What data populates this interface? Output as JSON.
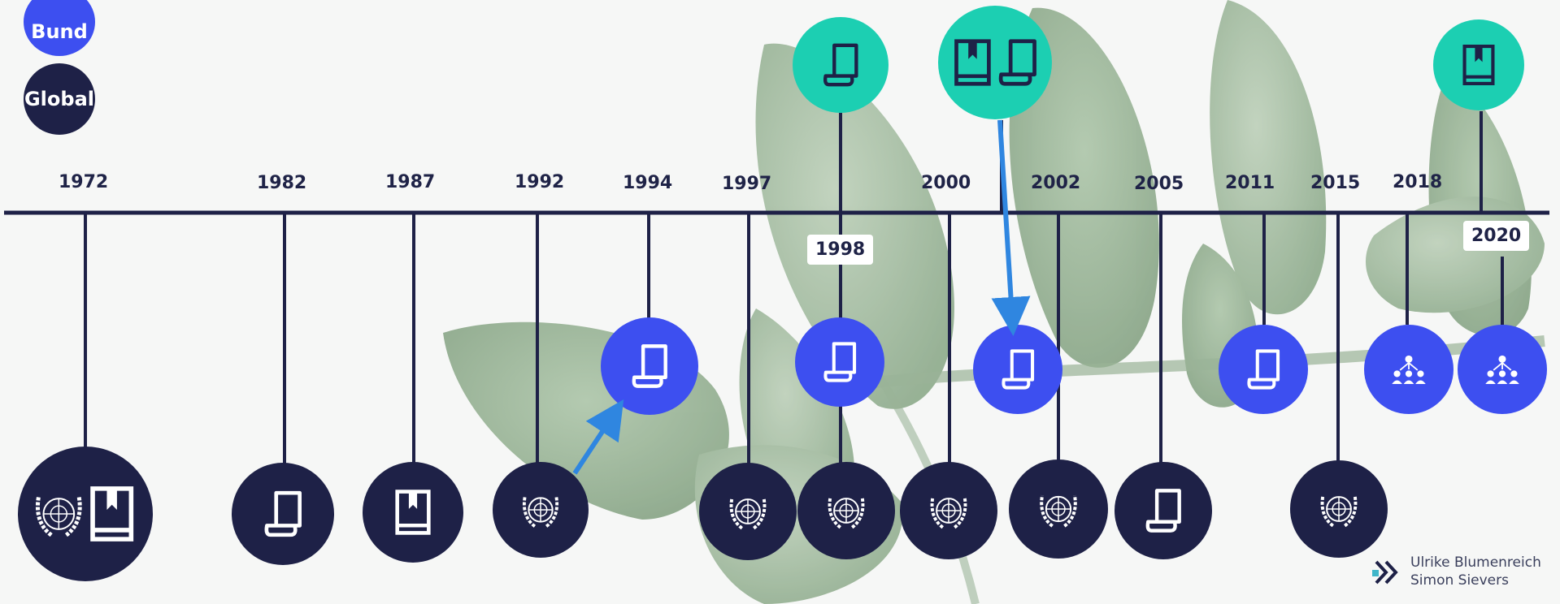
{
  "colors": {
    "global": "#1e2147",
    "bund": "#3d4ff0",
    "eu": "#1ccfb2",
    "line": "#1e2147",
    "arrow": "#2f86e0"
  },
  "legend": {
    "bund": "Bund",
    "global": "Global"
  },
  "timeline": {
    "years": [
      "1972",
      "1982",
      "1987",
      "1992",
      "1994",
      "1997",
      "2000",
      "2002",
      "2005",
      "2011",
      "2015",
      "2018"
    ],
    "boxed_years": [
      "1998",
      "2020"
    ]
  },
  "nodes": [
    {
      "year": "1972",
      "level": "global",
      "icons": [
        "un-emblem-icon",
        "book-icon"
      ]
    },
    {
      "year": "1982",
      "level": "global",
      "icons": [
        "scroll-icon"
      ]
    },
    {
      "year": "1987",
      "level": "global",
      "icons": [
        "book-icon"
      ]
    },
    {
      "year": "1992",
      "level": "global",
      "icons": [
        "un-emblem-icon"
      ]
    },
    {
      "year": "1994",
      "level": "bund",
      "icons": [
        "scroll-icon"
      ]
    },
    {
      "year": "1997",
      "level": "global",
      "icons": [
        "un-emblem-icon"
      ]
    },
    {
      "year": "1998",
      "level": "eu",
      "icons": [
        "scroll-icon"
      ]
    },
    {
      "year": "1998",
      "level": "bund",
      "icons": [
        "scroll-icon"
      ]
    },
    {
      "year": "1998",
      "level": "global",
      "icons": [
        "un-emblem-icon"
      ]
    },
    {
      "year": "2000",
      "level": "eu",
      "icons": [
        "book-icon",
        "scroll-icon"
      ]
    },
    {
      "year": "2000",
      "level": "global",
      "icons": [
        "un-emblem-icon"
      ]
    },
    {
      "year": "2002",
      "level": "bund",
      "icons": [
        "scroll-icon"
      ]
    },
    {
      "year": "2002",
      "level": "global",
      "icons": [
        "un-emblem-icon"
      ]
    },
    {
      "year": "2005",
      "level": "global",
      "icons": [
        "scroll-icon"
      ]
    },
    {
      "year": "2011",
      "level": "bund",
      "icons": [
        "scroll-icon"
      ]
    },
    {
      "year": "2015",
      "level": "global",
      "icons": [
        "un-emblem-icon"
      ]
    },
    {
      "year": "2018",
      "level": "bund",
      "icons": [
        "network-icon"
      ]
    },
    {
      "year": "2020",
      "level": "eu",
      "icons": [
        "book-icon"
      ]
    },
    {
      "year": "2020",
      "level": "bund",
      "icons": [
        "network-icon"
      ]
    }
  ],
  "credit": {
    "line1": "Ulrike Blumenreich",
    "line2": "Simon Sievers"
  }
}
